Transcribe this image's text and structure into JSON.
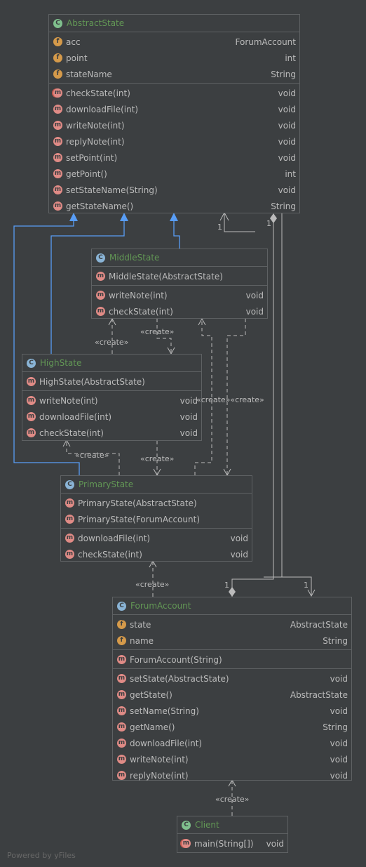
{
  "classes": {
    "abstract_state": {
      "name": "AbstractState",
      "fields": [
        {
          "name": "acc",
          "type": "ForumAccount"
        },
        {
          "name": "point",
          "type": "int"
        },
        {
          "name": "stateName",
          "type": "String"
        }
      ],
      "methods": [
        {
          "name": "checkState(int)",
          "type": "void"
        },
        {
          "name": "downloadFile(int)",
          "type": "void"
        },
        {
          "name": "writeNote(int)",
          "type": "void"
        },
        {
          "name": "replyNote(int)",
          "type": "void"
        },
        {
          "name": "setPoint(int)",
          "type": "void"
        },
        {
          "name": "getPoint()",
          "type": "int"
        },
        {
          "name": "setStateName(String)",
          "type": "void"
        },
        {
          "name": "getStateName()",
          "type": "String"
        }
      ]
    },
    "middle_state": {
      "name": "MiddleState",
      "constructors": [
        {
          "name": "MiddleState(AbstractState)"
        }
      ],
      "methods": [
        {
          "name": "writeNote(int)",
          "type": "void"
        },
        {
          "name": "checkState(int)",
          "type": "void"
        }
      ]
    },
    "high_state": {
      "name": "HighState",
      "constructors": [
        {
          "name": "HighState(AbstractState)"
        }
      ],
      "methods": [
        {
          "name": "writeNote(int)",
          "type": "void"
        },
        {
          "name": "downloadFile(int)",
          "type": "void"
        },
        {
          "name": "checkState(int)",
          "type": "void"
        }
      ]
    },
    "primary_state": {
      "name": "PrimaryState",
      "constructors": [
        {
          "name": "PrimaryState(AbstractState)"
        },
        {
          "name": "PrimaryState(ForumAccount)"
        }
      ],
      "methods": [
        {
          "name": "downloadFile(int)",
          "type": "void"
        },
        {
          "name": "checkState(int)",
          "type": "void"
        }
      ]
    },
    "forum_account": {
      "name": "ForumAccount",
      "fields": [
        {
          "name": "state",
          "type": "AbstractState"
        },
        {
          "name": "name",
          "type": "String"
        }
      ],
      "constructors": [
        {
          "name": "ForumAccount(String)"
        }
      ],
      "methods": [
        {
          "name": "setState(AbstractState)",
          "type": "void"
        },
        {
          "name": "getState()",
          "type": "AbstractState"
        },
        {
          "name": "setName(String)",
          "type": "void"
        },
        {
          "name": "getName()",
          "type": "String"
        },
        {
          "name": "downloadFile(int)",
          "type": "void"
        },
        {
          "name": "writeNote(int)",
          "type": "void"
        },
        {
          "name": "replyNote(int)",
          "type": "void"
        }
      ]
    },
    "client": {
      "name": "Client",
      "methods": [
        {
          "name": "main(String[])",
          "type": "void"
        }
      ]
    }
  },
  "edge_labels": {
    "create": "«create»",
    "create_overlap": "«create»«create»",
    "mult_one": "1"
  },
  "icons": {
    "class": "C",
    "field": "f",
    "method": "m"
  },
  "colors": {
    "background": "#3c3f41",
    "class_title": "#629755",
    "inheritance_edge": "#589df6",
    "dependency_edge": "#bbbbbb"
  },
  "footer": "Powered by yFiles"
}
